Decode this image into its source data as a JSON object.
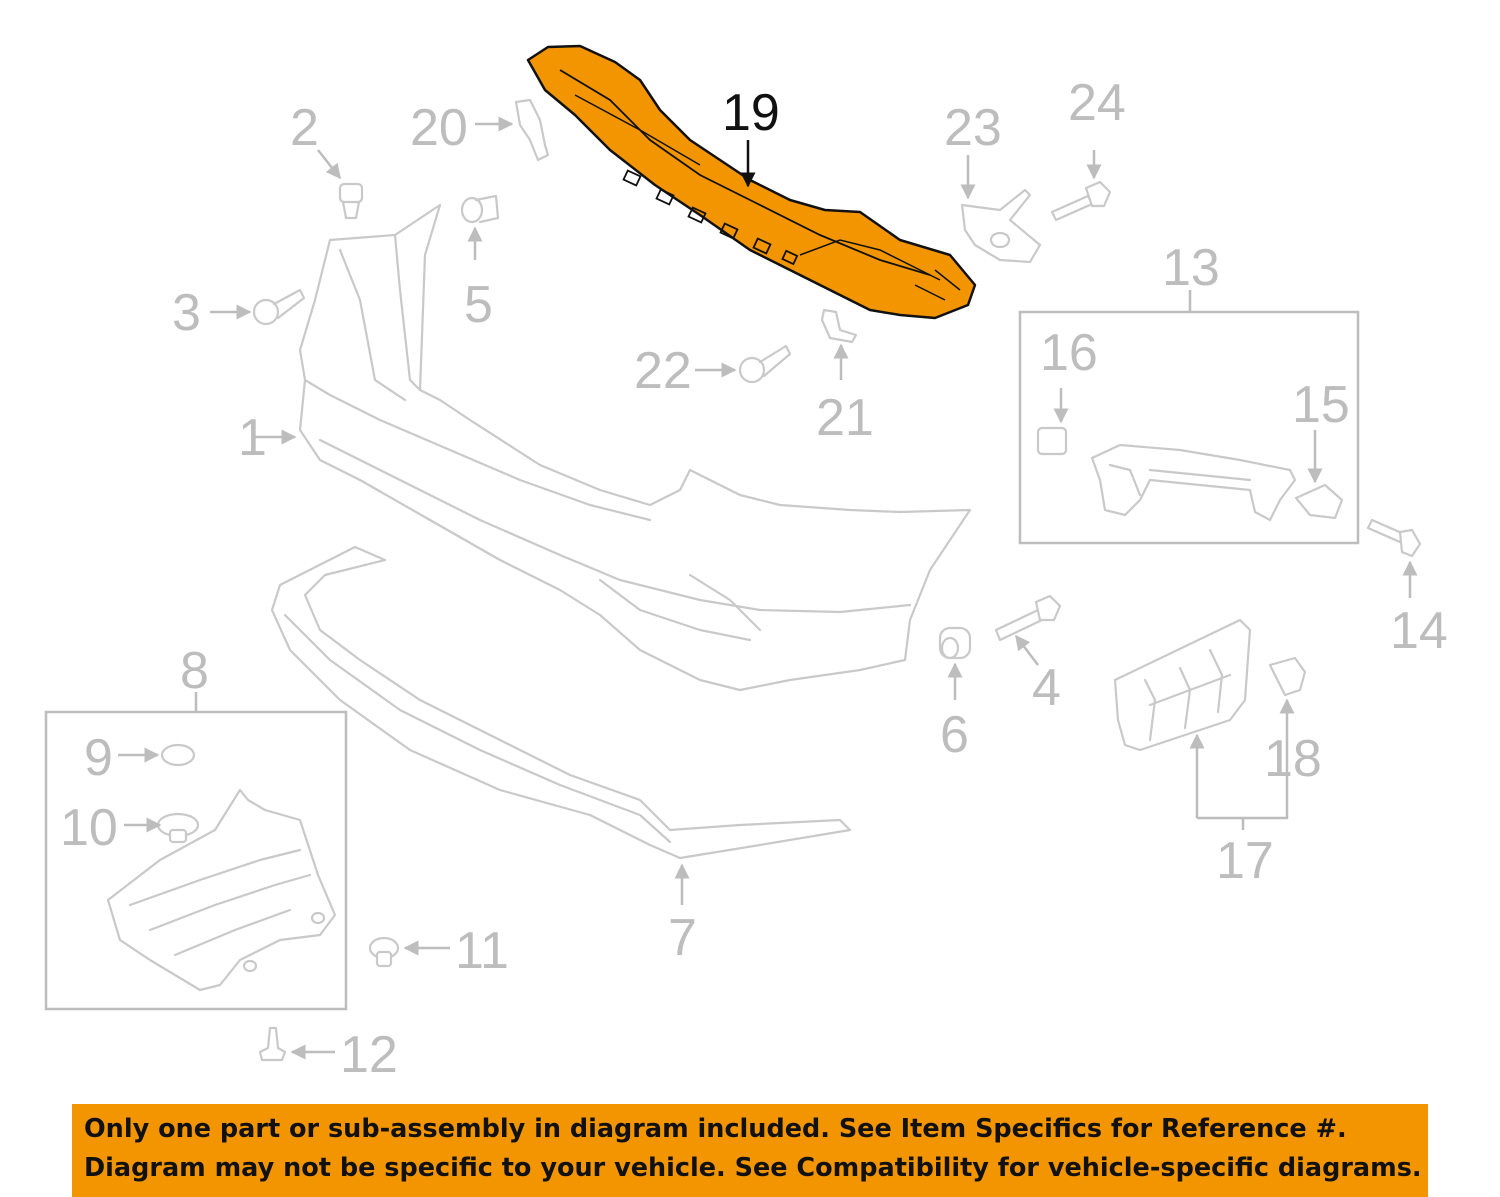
{
  "diagram": {
    "callouts": [
      "1",
      "2",
      "3",
      "4",
      "5",
      "6",
      "7",
      "8",
      "9",
      "10",
      "11",
      "12",
      "13",
      "14",
      "15",
      "16",
      "17",
      "18",
      "19",
      "20",
      "21",
      "22",
      "23",
      "24"
    ],
    "highlighted_part": "19",
    "highlight_color": "#f39500",
    "line_color": "#c9c9c9"
  },
  "notice": {
    "line1": "Only one part or sub-assembly in diagram included. See Item Specifics for Reference #.",
    "line2": "Diagram may not be specific to your vehicle. See Compatibility for vehicle-specific diagrams.",
    "background": "#f39500"
  }
}
